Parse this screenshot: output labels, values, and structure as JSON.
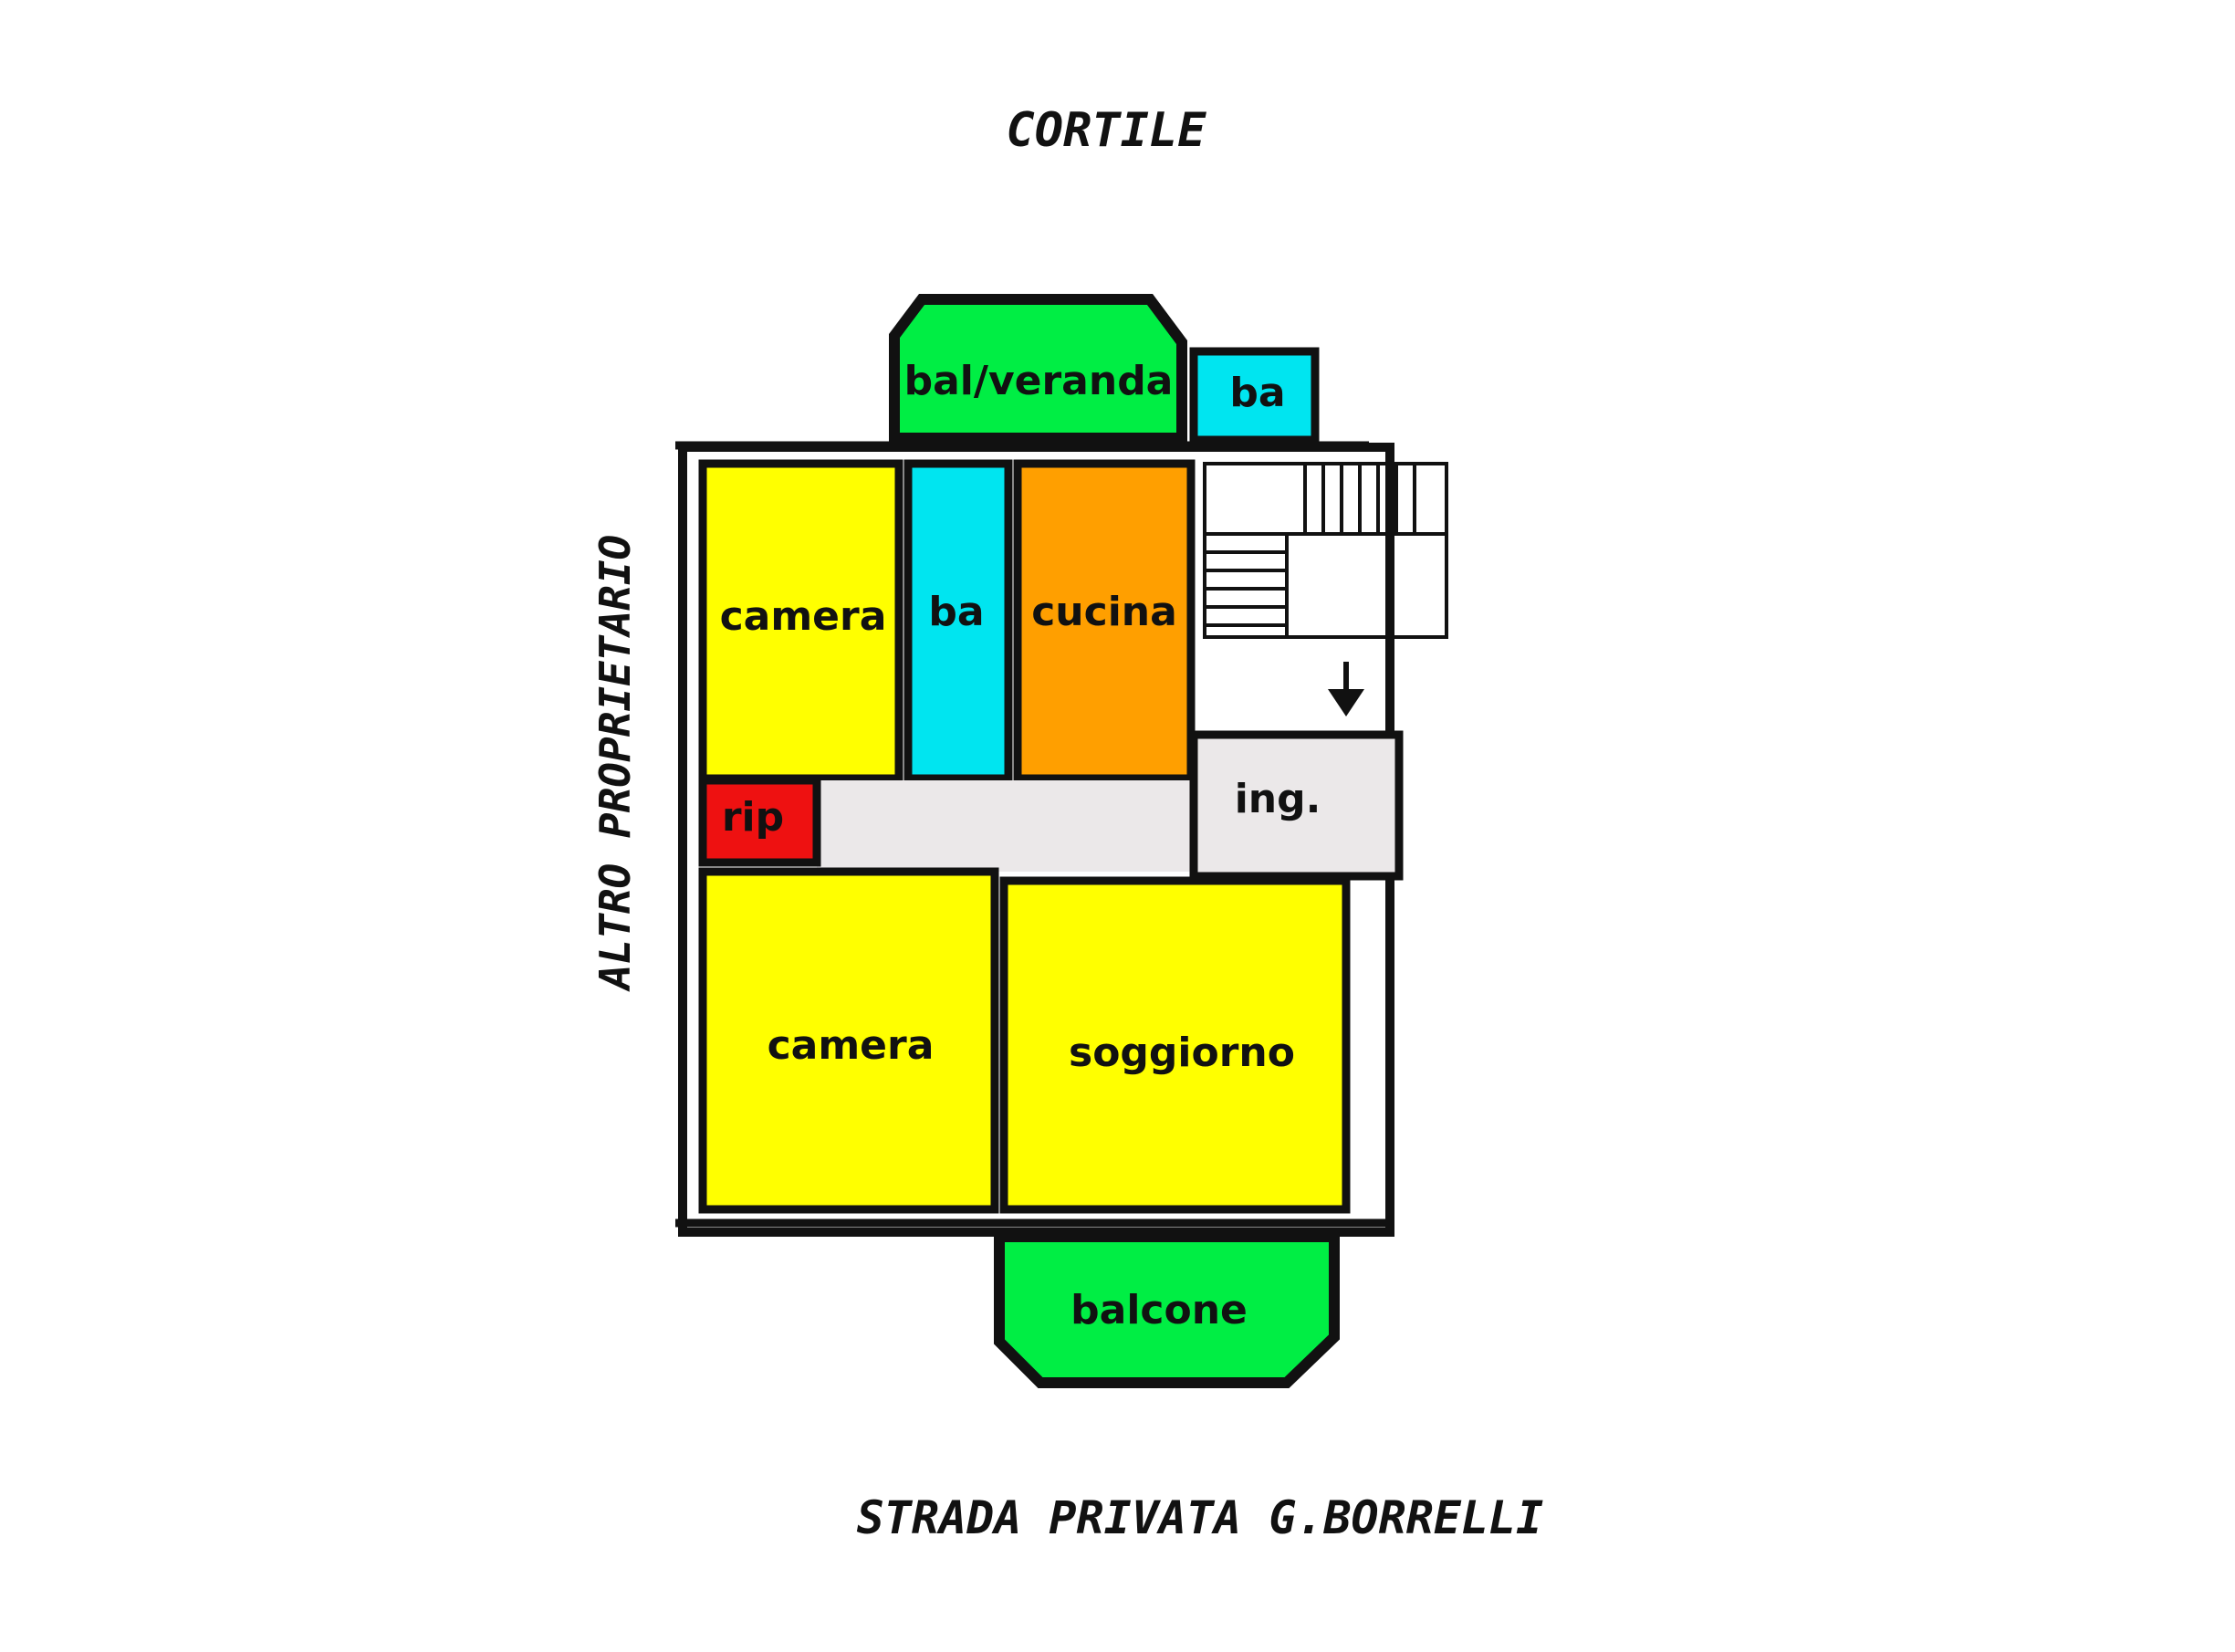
{
  "labels": {
    "top": "CORTILE",
    "bottom": "STRADA PRIVATA G.BORRELLI",
    "left": "ALTRO PROPRIETARIO"
  },
  "rooms": {
    "bal_veranda": "bal/veranda",
    "ba_top": "ba",
    "camera_top": "camera",
    "ba_mid": "ba",
    "cucina": "cucina",
    "rip": "rip",
    "ing": "ing.",
    "camera_bottom": "camera",
    "soggiorno": "soggiorno",
    "balcone": "balcone"
  },
  "colors": {
    "camera": "#ffff00",
    "bathroom": "#00e5f0",
    "kitchen": "#ff9f00",
    "storage": "#ee1111",
    "corridor": "#ebe8e9",
    "balcony": "#00ee44"
  }
}
